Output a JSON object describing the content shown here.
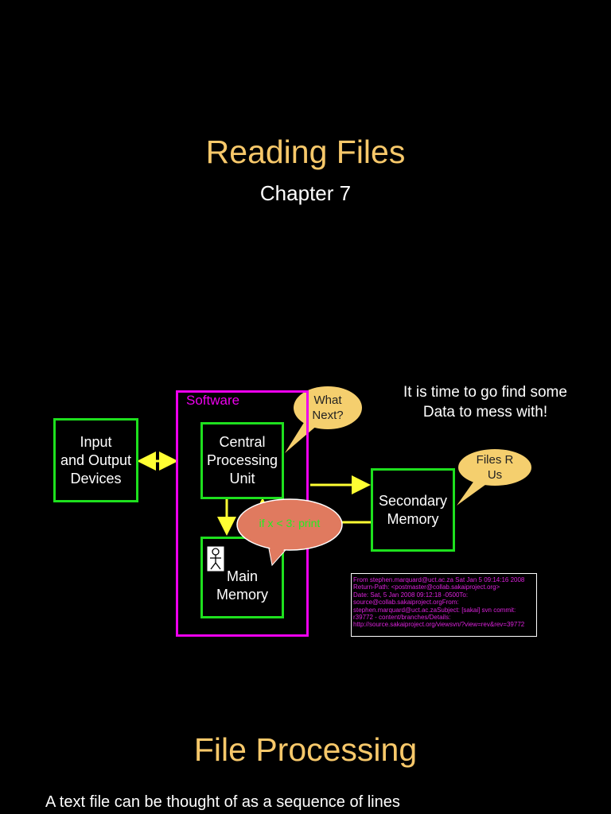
{
  "slide1": {
    "title": "Reading Files",
    "subtitle": "Chapter 7"
  },
  "diagram": {
    "software_label": "Software",
    "io_box": "Input\nand Output\nDevices",
    "cpu_box": "Central\nProcessing\nUnit",
    "main_memory": "Main\nMemory",
    "secondary_memory": "Secondary\nMemory",
    "bubble_what_next": "What\nNext?",
    "bubble_files": "Files R\nUs",
    "bubble_code": "if x < 3: print",
    "message": "It is time to go find some\nData to mess with!",
    "email_text": "From stephen.marquard@uct.ac.za Sat Jan  5 09:14:16 2008\nReturn-Path: <postmaster@collab.sakaiproject.org>\nDate: Sat, 5 Jan 2008 09:12:18 -0500To: source@collab.sakaiproject.orgFrom: stephen.marquard@uct.ac.zaSubject: [sakai] svn commit: r39772 - content/branches/Details: http://source.sakaiproject.org/viewsvn/?view=rev&rev=39772",
    "colors": {
      "box_border": "#1ee01e",
      "software_border": "#ee00ee",
      "arrow": "#ffff33",
      "bubble_fill": "#f5cf6e",
      "code_bubble_fill": "#e07a5f",
      "code_text": "#22ee22"
    }
  },
  "slide2": {
    "title": "File Processing",
    "body": "A text file can be thought of as a sequence of lines"
  }
}
